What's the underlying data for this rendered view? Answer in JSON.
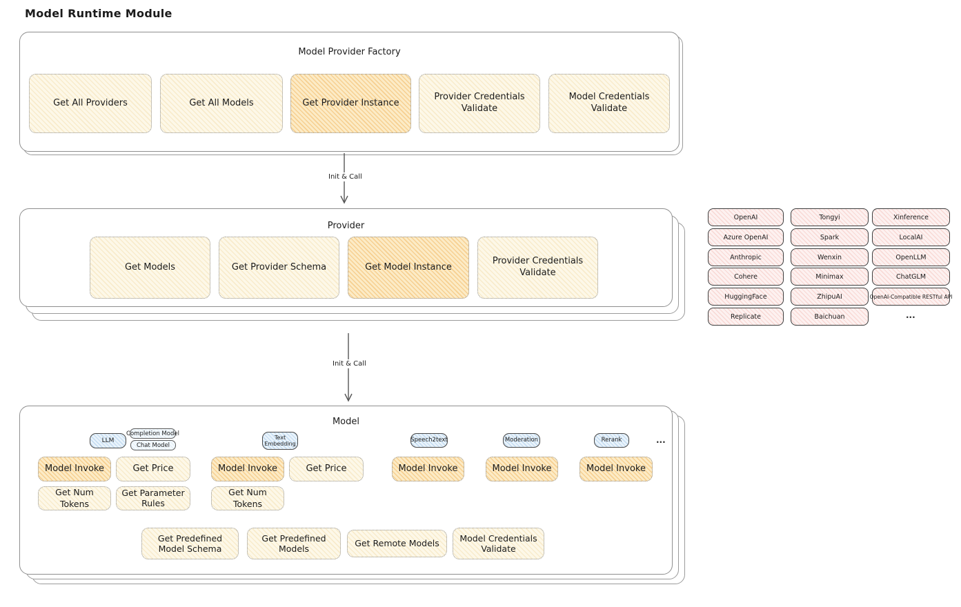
{
  "page_title": "Model Runtime Module",
  "colors": {
    "yellow_button_fill": "#fdf8e8",
    "yellow_button_hatch": "#e9bc67",
    "highlight_button_fill": "#fcebc6",
    "highlight_button_hatch": "#eea640",
    "provider_box_fill": "#fdf1f0",
    "provider_box_hatch": "#e78c82",
    "badge_fill": "#e9f3fb",
    "badge_hatch": "#79addc",
    "container_border": "#8e8e8e",
    "text": "#1b1b1b"
  },
  "factory": {
    "title": "Model Provider Factory",
    "buttons": [
      {
        "label": "Get All Providers",
        "highlight": false
      },
      {
        "label": "Get All Models",
        "highlight": false
      },
      {
        "label": "Get Provider Instance",
        "highlight": true
      },
      {
        "label": "Provider Credentials Validate",
        "highlight": false
      },
      {
        "label": "Model Credentials Validate",
        "highlight": false
      }
    ]
  },
  "arrow1": {
    "label": "Init & Call"
  },
  "arrow2": {
    "label": "Init & Call"
  },
  "provider": {
    "title": "Provider",
    "buttons": [
      {
        "label": "Get Models",
        "highlight": false
      },
      {
        "label": "Get Provider Schema",
        "highlight": false
      },
      {
        "label": "Get Model Instance",
        "highlight": true
      },
      {
        "label": "Provider Credentials Validate",
        "highlight": false
      }
    ]
  },
  "grid": {
    "col1": [
      "OpenAI",
      "Azure OpenAI",
      "Anthropic",
      "Cohere",
      "HuggingFace",
      "Replicate"
    ],
    "col2": [
      "Tongyi",
      "Spark",
      "Wenxin",
      "Minimax",
      "ZhipuAI",
      "Baichuan"
    ],
    "col3": [
      "Xinference",
      "LocalAI",
      "OpenLLM",
      "ChatGLM",
      "OpenAI-Compatible RESTful API"
    ],
    "more": "..."
  },
  "model": {
    "title": "Model",
    "llm": {
      "badge": "LLM",
      "tag1": "Completion Model",
      "tag2": "Chat Model",
      "invoke": "Model Invoke",
      "price": "Get Price",
      "tokens": "Get Num Tokens",
      "rules": "Get Parameter Rules"
    },
    "embedding": {
      "badge": "Text Embedding",
      "invoke": "Model Invoke",
      "price": "Get Price",
      "tokens": "Get Num Tokens"
    },
    "speech": {
      "badge": "Speech2text",
      "invoke": "Model Invoke"
    },
    "moderation": {
      "badge": "Moderation",
      "invoke": "Model Invoke"
    },
    "rerank": {
      "badge": "Rerank",
      "invoke": "Model Invoke"
    },
    "more": "...",
    "bottom": [
      "Get Predefined Model Schema",
      "Get Predefined Models",
      "Get Remote Models",
      "Model Credentials Validate"
    ]
  }
}
